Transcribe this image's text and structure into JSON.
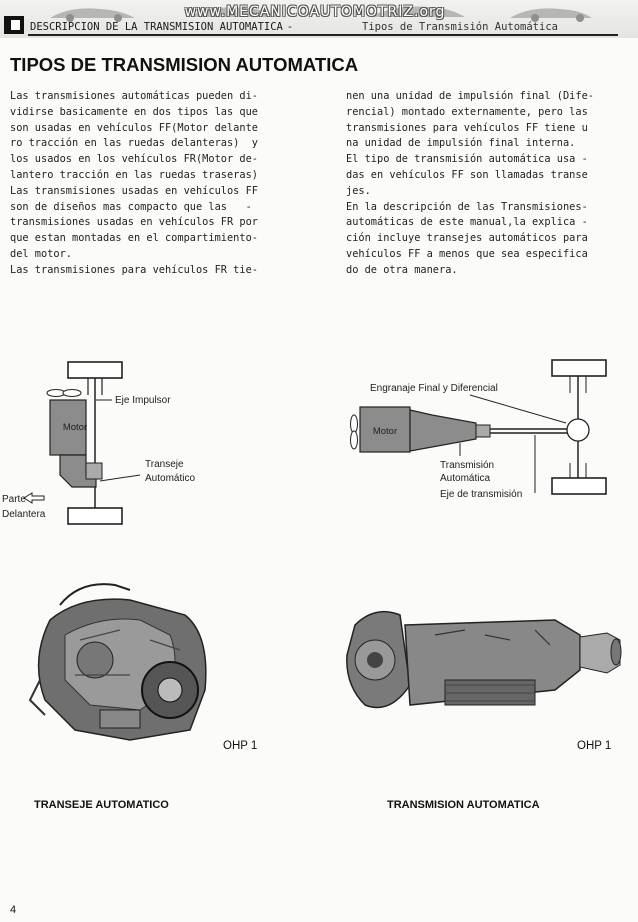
{
  "header": {
    "site_banner": "www.MECANICOAUTOMOTRIZ.org",
    "section": "DESCRIPCION DE LA TRANSMISION AUTOMATICA",
    "separator": "-",
    "subsection": "Tipos de Transmisión Automática"
  },
  "title": "TIPOS DE TRANSMISION AUTOMATICA",
  "left_column": [
    "Las transmisiones automáticas pueden di-",
    "vidirse basicamente en dos tipos las que",
    "son usadas en vehículos FF(Motor delante",
    "ro tracción en las ruedas delanteras)  y",
    "los usados en los vehículos FR(Motor de-",
    "lantero tracción en las ruedas traseras)",
    "Las transmisiones usadas en vehículos FF",
    "son de diseños mas compacto que las   -",
    "transmisiones usadas en vehículos FR por",
    "que estan montadas en el compartimiento-",
    "del motor.",
    "Las transmisiones para vehículos FR tie-"
  ],
  "right_column": [
    "nen una unidad de impulsión final (Dife-",
    "rencial) montado externamente, pero las",
    "transmisiones para vehículos FF tiene u",
    "na unidad de impulsión final interna.",
    "El tipo de transmisión automática usa -",
    "das en vehículos FF son llamadas transe",
    "jes.",
    "En la descripción de las Transmisiones-",
    "automáticas de este manual,la explica -",
    "ción incluye transejes automáticos para",
    "vehículos FF a menos que sea especifica",
    "do de otra manera."
  ],
  "diagram_ff": {
    "engine_label": "Motor",
    "impeller_label": "Eje Impulsor",
    "transaxle_label_1": "Transeje",
    "transaxle_label_2": "Automático",
    "front_label_1": "Parte",
    "front_label_2": "Delantera"
  },
  "diagram_fr": {
    "engine_label": "Motor",
    "final_gear_label": "Engranaje Final y Diferencial",
    "transmission_label_1": "Transmisión",
    "transmission_label_2": "Automática",
    "driveshaft_label": "Eje de transmisión"
  },
  "photos": {
    "left_ohp": "OHP 1",
    "right_ohp": "OHP 1",
    "left_caption": "TRANSEJE AUTOMATICO",
    "right_caption": "TRANSMISION AUTOMATICA"
  },
  "page_number": "4"
}
